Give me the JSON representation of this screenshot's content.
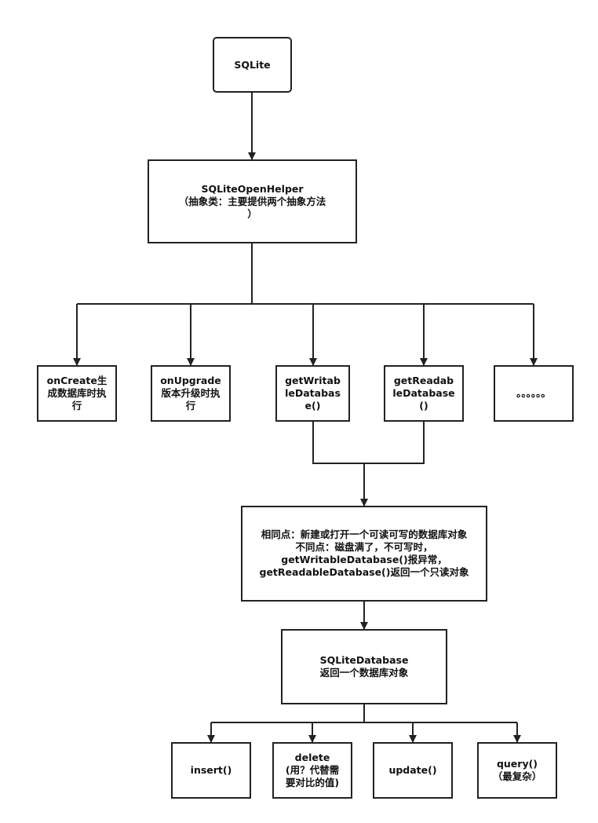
{
  "nodes": {
    "sqlite": {
      "lines": [
        "SQLite"
      ]
    },
    "open_helper": {
      "lines": [
        "SQLiteOpenHelper",
        "（抽象类：主要提供两个抽象方法",
        "）"
      ]
    },
    "on_create": {
      "lines": [
        "onCreate生",
        "成数据库时执",
        "行"
      ]
    },
    "on_upgrade": {
      "lines": [
        "onUpgrade",
        "版本升级时执",
        "行"
      ]
    },
    "get_writable": {
      "lines": [
        "getWritab",
        "leDatabas",
        "e()"
      ]
    },
    "get_readable": {
      "lines": [
        "getReadab",
        "leDatabase",
        "()"
      ]
    },
    "more": {
      "lines": [
        "。。。。。。"
      ]
    },
    "compare": {
      "lines": [
        "相同点：新建或打开一个可读可写的数据库对象",
        "不同点：磁盘满了，不可写时，",
        "getWritableDatabase()报异常，",
        "getReadableDatabase()返回一个只读对象"
      ]
    },
    "sqlite_database": {
      "lines": [
        "SQLiteDatabase",
        "返回一个数据库对象"
      ]
    },
    "insert": {
      "lines": [
        "insert()"
      ]
    },
    "delete": {
      "lines": [
        "delete",
        "(用？代替需",
        "要对比的值)"
      ]
    },
    "update": {
      "lines": [
        "update()"
      ]
    },
    "query": {
      "lines": [
        "query()",
        "（最复杂）"
      ]
    }
  }
}
